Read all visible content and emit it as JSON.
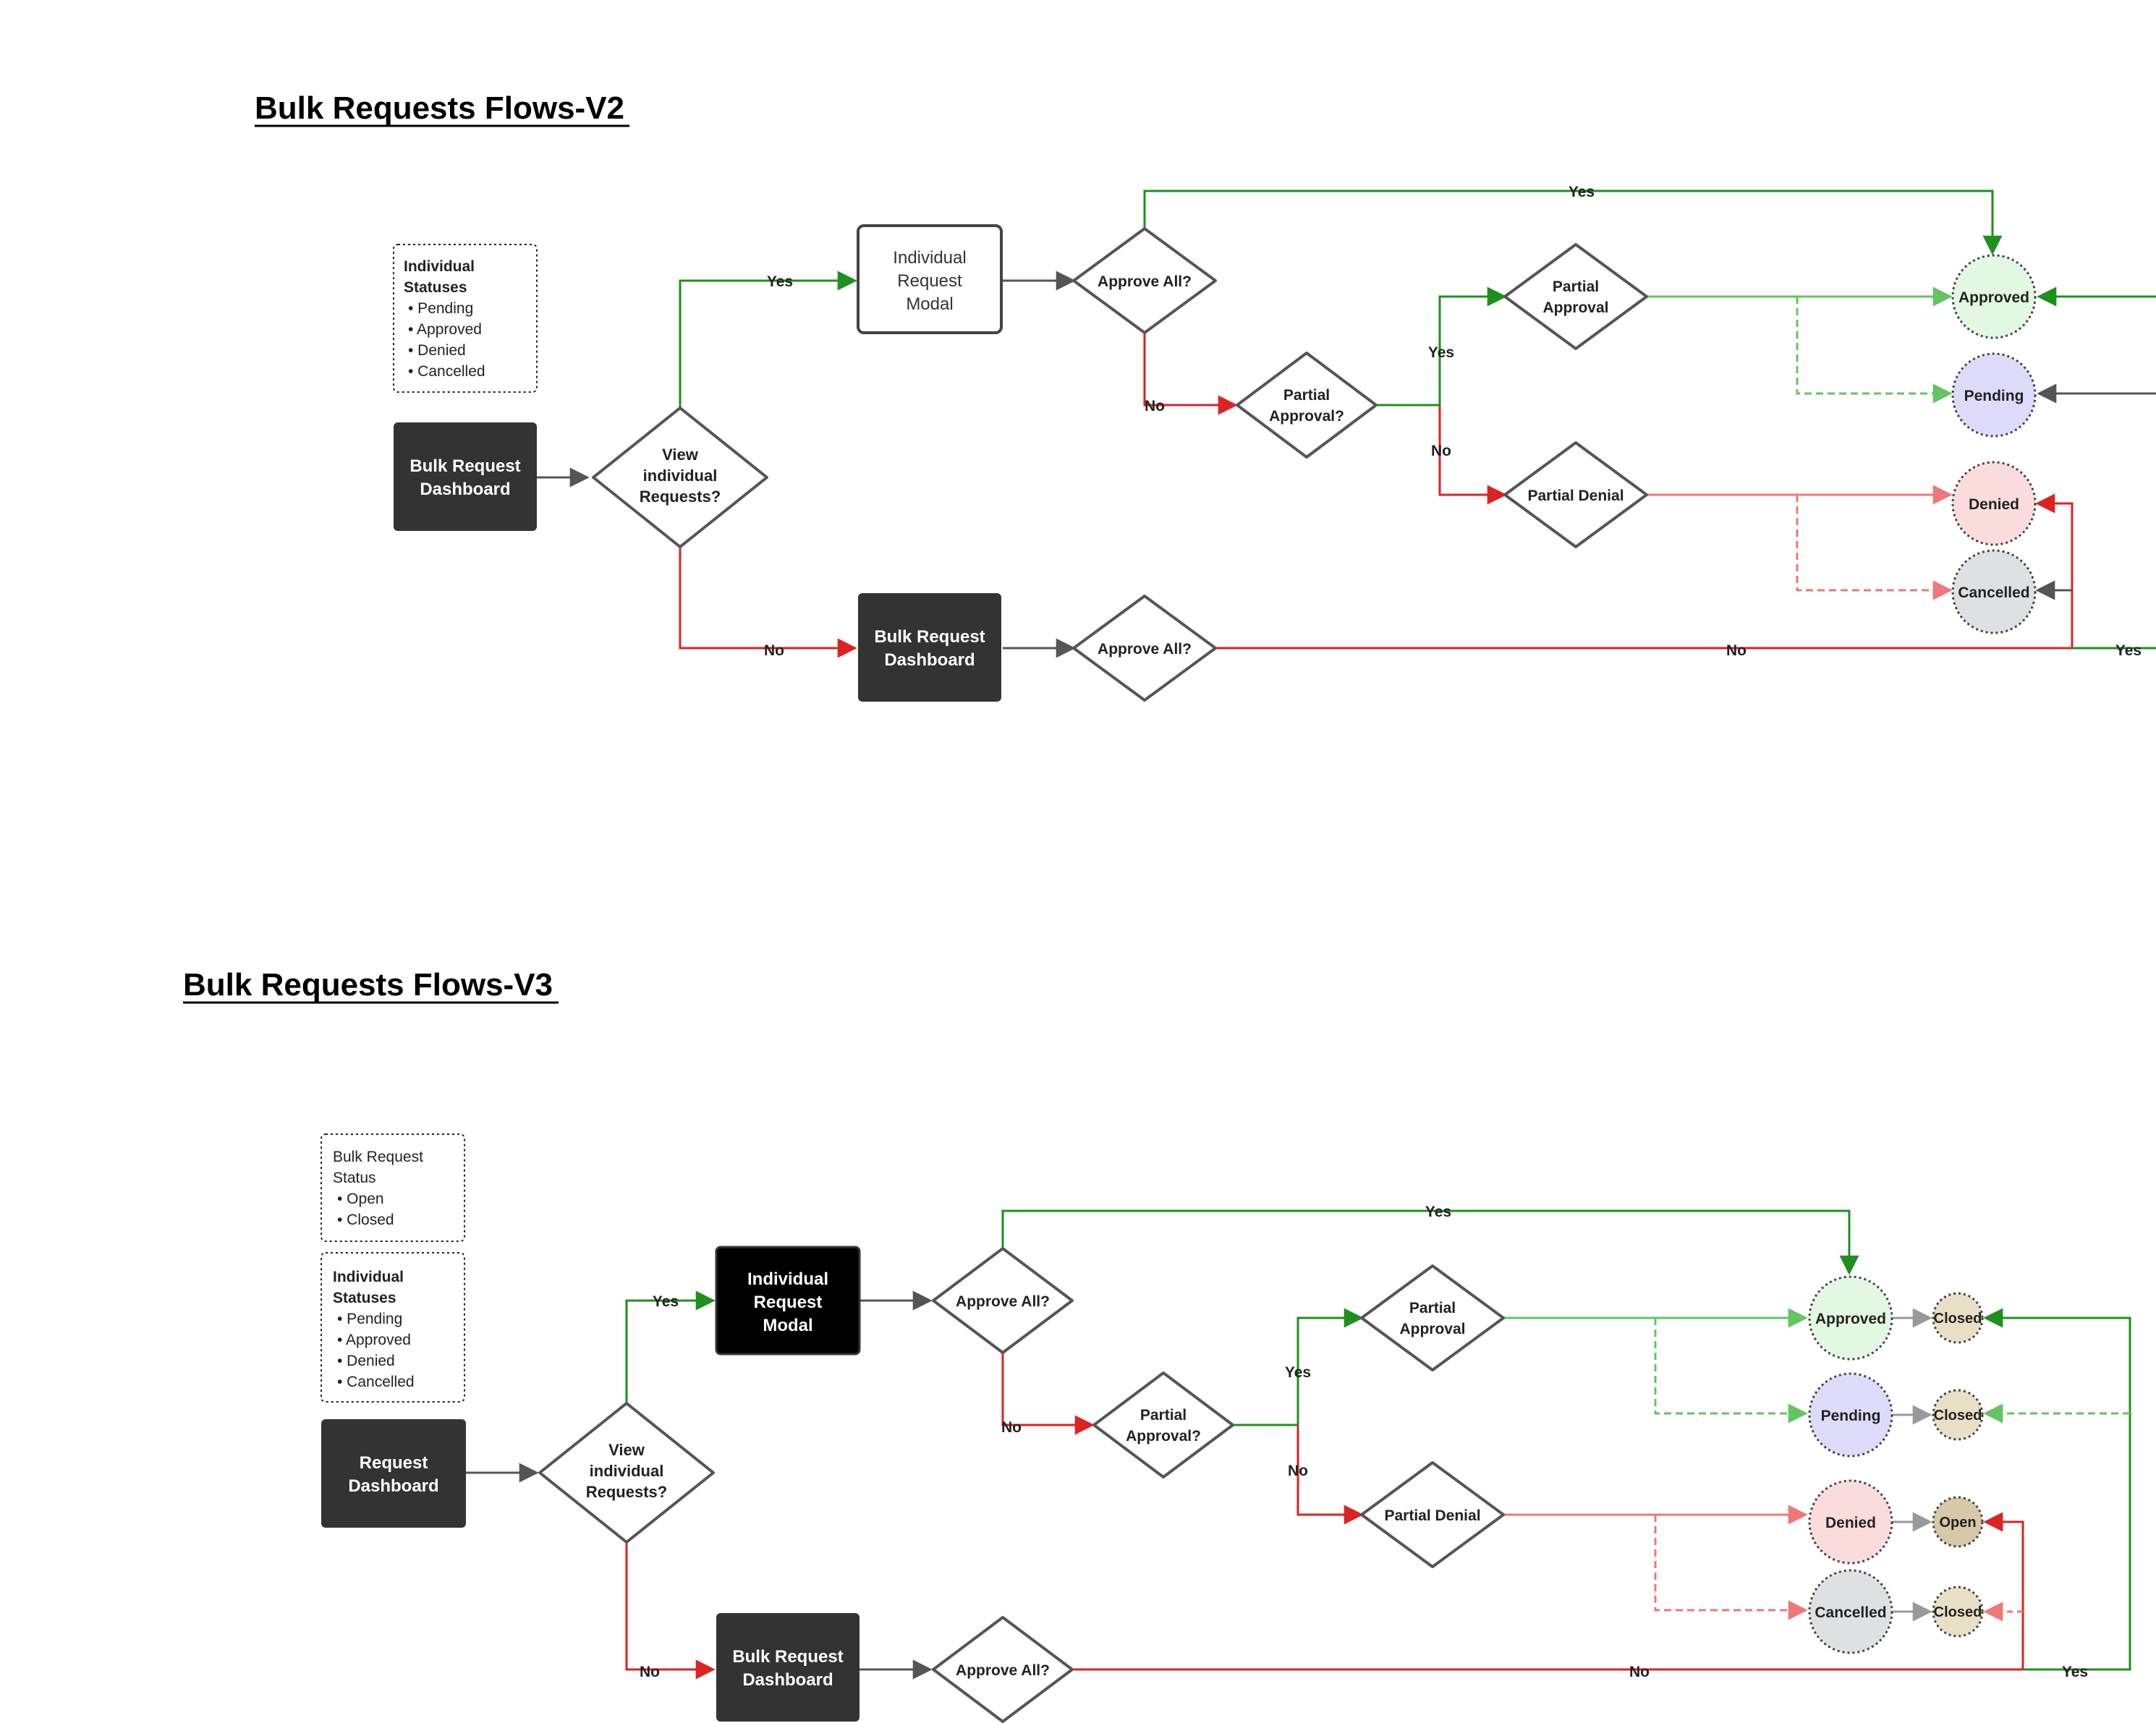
{
  "diagram": {
    "v2": {
      "title_prefix": "Bulk Requests Flows-",
      "title_version": "V2",
      "legend": {
        "heading": [
          "Individual",
          "Statuses"
        ],
        "items": [
          "• Pending",
          "• Approved",
          "• Denied",
          "• Cancelled"
        ]
      },
      "nodes": {
        "start": [
          "Bulk Request",
          "Dashboard"
        ],
        "view_q": [
          "View",
          "individual",
          "Requests?"
        ],
        "modal": [
          "Individual",
          "Request",
          "Modal"
        ],
        "dashboard2": [
          "Bulk Request",
          "Dashboard"
        ],
        "approve_all_top": [
          "Approve All?"
        ],
        "approve_all_bottom": [
          "Approve All?"
        ],
        "partial_q": [
          "Partial",
          "Approval?"
        ],
        "partial_approval": [
          "Partial",
          "Approval"
        ],
        "partial_denial": [
          "Partial Denial"
        ],
        "approved": [
          "Approved"
        ],
        "pending": [
          "Pending"
        ],
        "denied": [
          "Denied"
        ],
        "cancelled": [
          "Cancelled"
        ]
      },
      "edge_labels": {
        "yes_modal": "Yes",
        "no_dashboard": "No",
        "yes_top": "Yes",
        "no_partial": "No",
        "yes_partial": "Yes",
        "no_denial": "No",
        "no_bottom": "No",
        "yes_bottom": "Yes"
      }
    },
    "v3": {
      "title_prefix": "Bulk Requests Flows-",
      "title_version": "V3",
      "legend_bulk": {
        "heading": [
          "Bulk Request",
          "Status"
        ],
        "items": [
          "• Open",
          "• Closed"
        ]
      },
      "legend": {
        "heading": [
          "Individual",
          "Statuses"
        ],
        "items": [
          "• Pending",
          "• Approved",
          "• Denied",
          "• Cancelled"
        ]
      },
      "nodes": {
        "start": [
          "Request",
          "Dashboard"
        ],
        "view_q": [
          "View",
          "individual",
          "Requests?"
        ],
        "modal": [
          "Individual",
          "Request",
          "Modal"
        ],
        "dashboard2": [
          "Bulk Request",
          "Dashboard"
        ],
        "approve_all_top": [
          "Approve All?"
        ],
        "approve_all_bottom": [
          "Approve All?"
        ],
        "partial_q": [
          "Partial",
          "Approval?"
        ],
        "partial_approval": [
          "Partial",
          "Approval"
        ],
        "partial_denial": [
          "Partial Denial"
        ],
        "approved": [
          "Approved"
        ],
        "pending": [
          "Pending"
        ],
        "denied": [
          "Denied"
        ],
        "cancelled": [
          "Cancelled"
        ],
        "closed_1": [
          "Closed"
        ],
        "closed_2": [
          "Closed"
        ],
        "open_3": [
          "Open"
        ],
        "closed_4": [
          "Closed"
        ]
      },
      "edge_labels": {
        "yes_modal": "Yes",
        "no_dashboard": "No",
        "yes_top": "Yes",
        "no_partial": "No",
        "yes_partial": "Yes",
        "no_denial": "No",
        "no_bottom": "No",
        "yes_bottom": "Yes"
      }
    },
    "colors": {
      "dark_box": "#333333",
      "black_box": "#000000",
      "green": "#1f8f1f",
      "light_green": "#62c462",
      "red": "#dd2222",
      "light_red": "#ee7777",
      "gray": "#555555",
      "approved_fill": "#e2f8e2",
      "pending_fill": "#dcdcfa",
      "denied_fill": "#fbdcdc",
      "cancelled_fill": "#dde1e4",
      "closed_fill": "#e8dfc6",
      "open_fill": "#d6c8a8"
    }
  }
}
